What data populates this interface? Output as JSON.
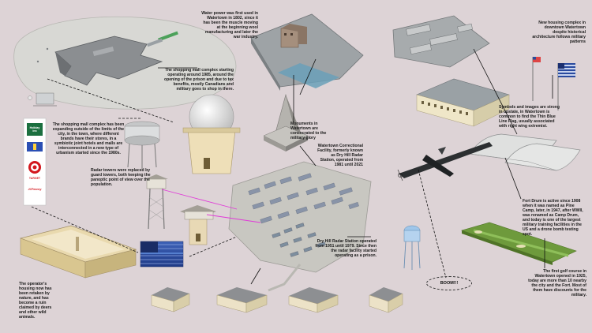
{
  "captions": {
    "water_power": "Water power was first used in Watertown in 1802, since it has been the muscle moving at the beginning wool manufacturing and later the war industry.",
    "housing_complex": "New housing complex in downtown Watertown despite historical architecture follows military patterns",
    "shopping_mall": "The shopping mall complex starting operating around 1985, around the opening of the prison and due to tax benefits, mostly Canadians and military goes to shop in there.",
    "symbols": "Symbols and images are strong in upstate, in Watertown is common to find the Thin Blue Line Flag, usually associated with right wing extremist.",
    "monuments": "Monuments in Watertown are consecrated to the military glory",
    "correctional": "Watertown Correctional Facility, formerly known as Dry Hill Radar Station, operated from 1981 until 2021",
    "mall_expanding": "The shopping mall complex has been expanding outside of the limits of the city, in the town, where different brands have their stores, in a symbiotic joint hotels and malls are interconnected in a new type of urbanism started since the 1980s.",
    "radar_towers": "Radar towers were replaced by guard towers, both keeping the panoptic point of view over the population.",
    "fort_drum": "Fort Drum is active since 1908 when it was named as Pine Camp, later, in 1947, after WWII, was renamed as Camp Drum, and today is one of the largest military training facilities in the US and a drone bomb testing spot.",
    "dry_hill": "Dry Hill Radar Station operated from 1951 until 1979. Since then the radar facility started operating as a prison.",
    "operators_housing": "The operator's housing now has been retaken by nature, and has become a ruin claimed by deers and other wild animals.",
    "golf": "The first golf course in Watertown opened in 1925, today are more than 10 nearby the city and the Fort. Most of them have discounts for the military."
  },
  "boom": "BOOM!!!",
  "brands": {
    "holiday": "Holiday Inn",
    "target": "TARGET",
    "jcpenney": "JCPenney"
  },
  "colors": {
    "background": "#ddd3d6",
    "magenta_line": "#e03ad8",
    "ground": "#c9c7bd",
    "roof_grey": "#8e9296",
    "building_cream": "#eee7d6",
    "golf_green": "#6e9a3c"
  }
}
